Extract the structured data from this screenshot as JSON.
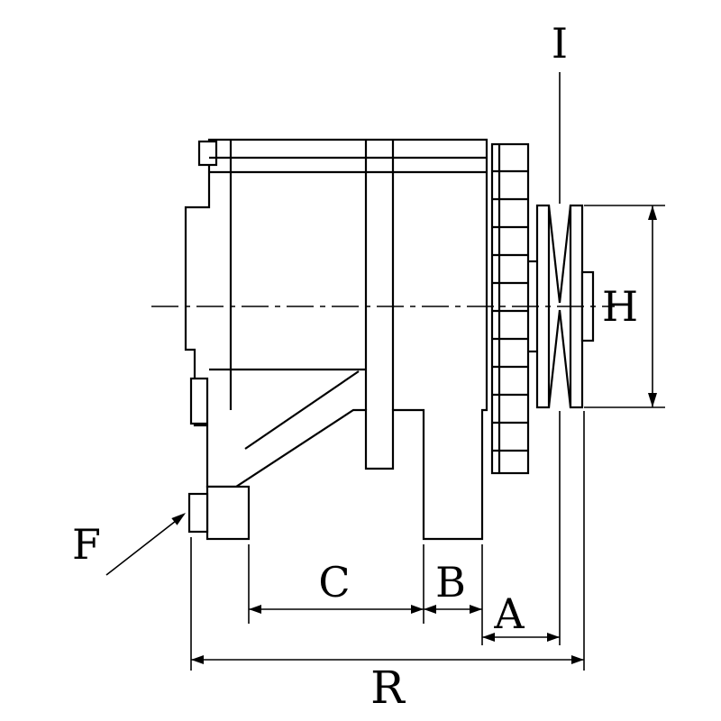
{
  "colors": {
    "background": "#ffffff",
    "line": "#000000"
  },
  "labels": {
    "pulley_top": "I",
    "pulley_diameter": "H",
    "foot_hole": "F",
    "dim_c": "C",
    "dim_b": "B",
    "dim_a": "A",
    "overall_length": "R"
  }
}
